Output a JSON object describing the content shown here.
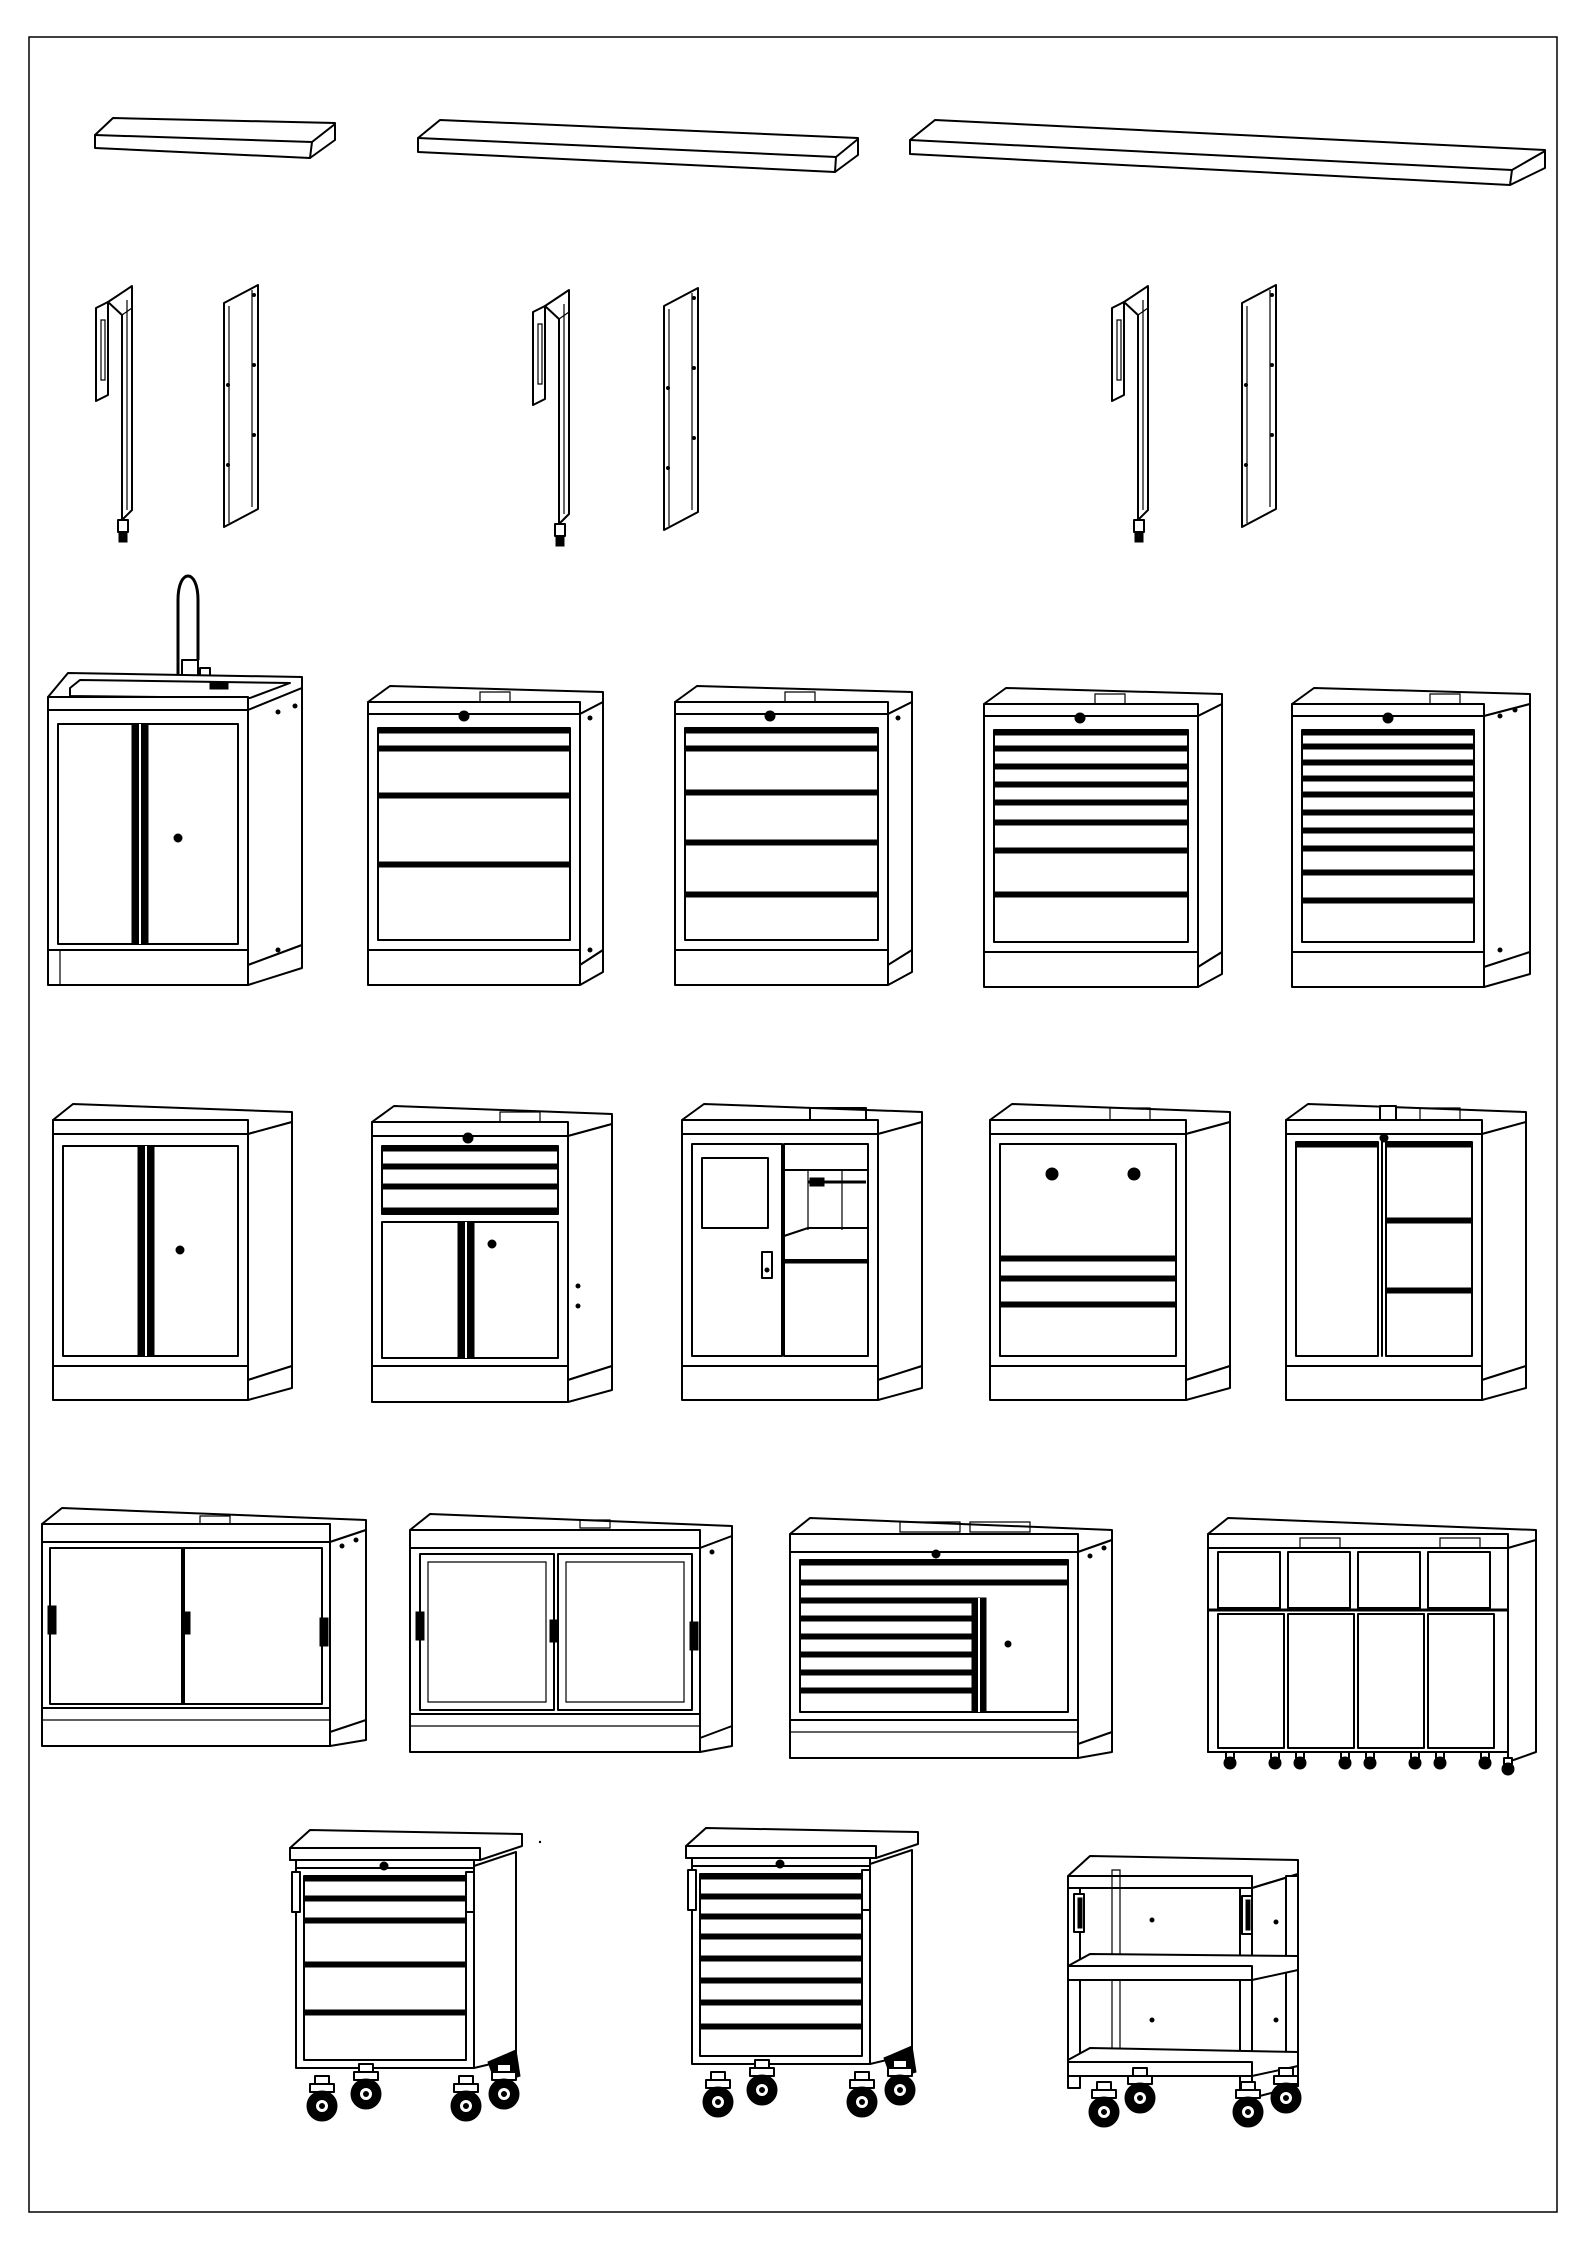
{
  "diagram": {
    "frame_color": "#000000",
    "background_color": "#ffffff",
    "rows": [
      {
        "row": "worktops",
        "items": [
          "worktop-small",
          "worktop-medium",
          "worktop-large"
        ]
      },
      {
        "row": "leg-brackets",
        "items": [
          "leg-pair-1",
          "leg-pair-2",
          "leg-pair-3"
        ]
      },
      {
        "row": "base-cabinets-1",
        "items": [
          "sink-cabinet",
          "drawer-cabinet-4",
          "drawer-cabinet-5",
          "drawer-cabinet-7",
          "drawer-cabinet-9"
        ]
      },
      {
        "row": "base-cabinets-2",
        "items": [
          "door-cabinet",
          "drawer-door-cabinet",
          "locker-cabinet",
          "pegboard-drawer-cabinet",
          "split-door-cabinet"
        ]
      },
      {
        "row": "wide-cabinets",
        "items": [
          "sliding-door-cabinet-1",
          "sliding-door-cabinet-2",
          "drawer-door-wide-cabinet",
          "quad-bin-cabinet"
        ]
      },
      {
        "row": "mobile-units",
        "items": [
          "tool-trolley-5",
          "tool-trolley-7",
          "utility-cart"
        ]
      }
    ]
  }
}
